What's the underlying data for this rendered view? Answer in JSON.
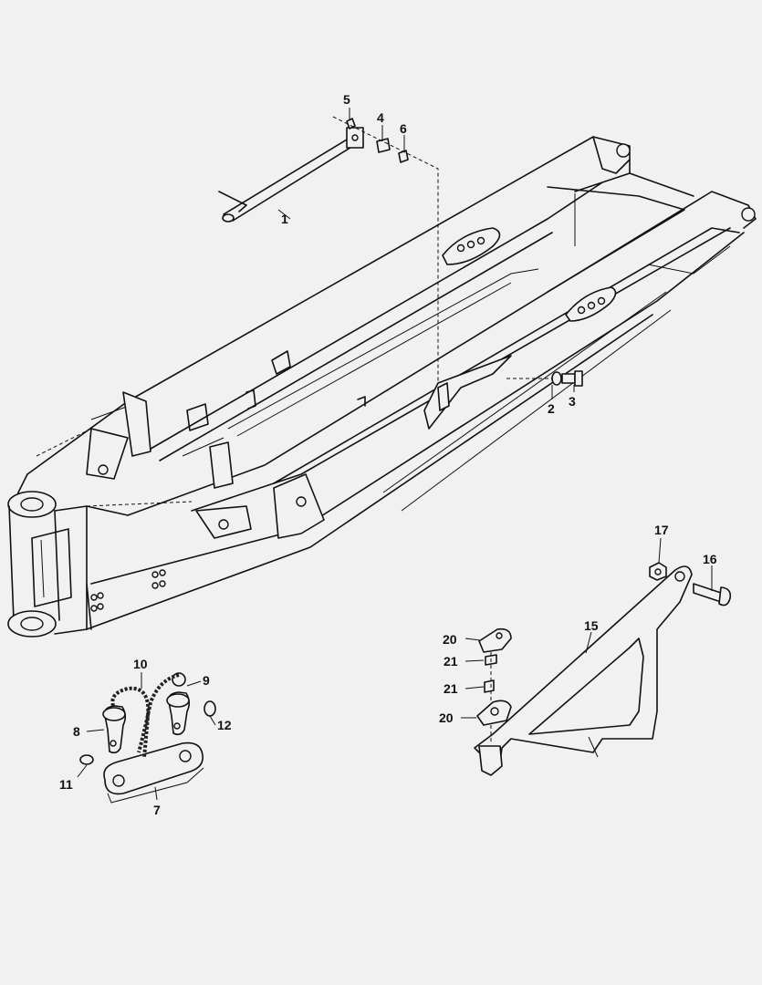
{
  "callouts": [
    {
      "id": "c1",
      "text": "1"
    },
    {
      "id": "c2",
      "text": "2"
    },
    {
      "id": "c3",
      "text": "3"
    },
    {
      "id": "c4",
      "text": "4"
    },
    {
      "id": "c5",
      "text": "5"
    },
    {
      "id": "c6",
      "text": "6"
    },
    {
      "id": "c7",
      "text": "7"
    },
    {
      "id": "c8",
      "text": "8"
    },
    {
      "id": "c9",
      "text": "9"
    },
    {
      "id": "c10",
      "text": "10"
    },
    {
      "id": "c11",
      "text": "11"
    },
    {
      "id": "c12",
      "text": "12"
    },
    {
      "id": "c15",
      "text": "15"
    },
    {
      "id": "c16",
      "text": "16"
    },
    {
      "id": "c17",
      "text": "17"
    },
    {
      "id": "c20a",
      "text": "20"
    },
    {
      "id": "c20b",
      "text": "20"
    },
    {
      "id": "c21a",
      "text": "21"
    },
    {
      "id": "c21b",
      "text": "21"
    }
  ]
}
